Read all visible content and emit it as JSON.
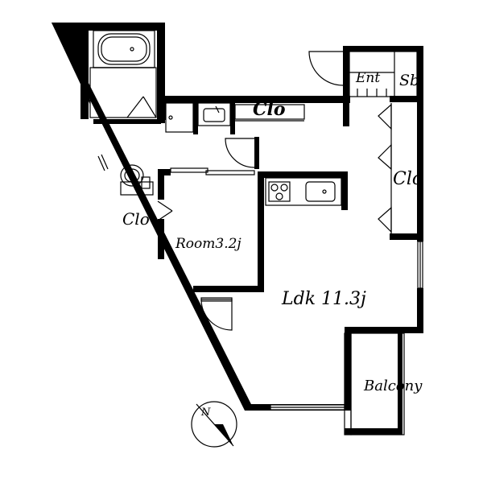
{
  "floor_plan": {
    "rooms": {
      "entrance": "Ent",
      "shoe_box": "Sb",
      "closet_top": "Clo",
      "closet_right": "Clo",
      "closet_left": "Clo",
      "room": "Room3.2j",
      "ldk": "Ldk 11.3j",
      "balcony": "Balcony"
    },
    "compass_letter": "N"
  }
}
